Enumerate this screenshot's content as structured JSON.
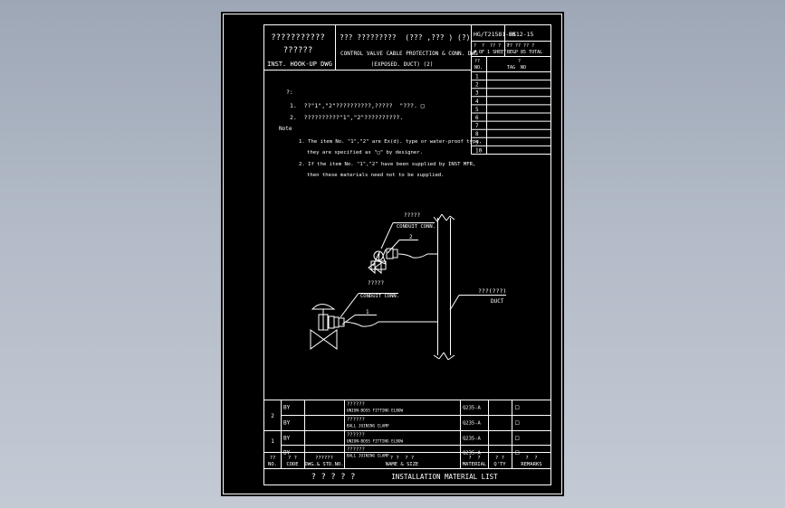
{
  "title_block": {
    "cn_title": "???????????",
    "cn_subtitle": "??????",
    "en_title": "INST. HOOK-UP DWG",
    "cn_desc": "??? ?????????  (??? ,??? ) (?)",
    "en_desc_1": "CONTROL VALVE CABLE PROTECTION & CONN. DWG",
    "en_desc_2": "(EXPOSED. DUCT) (2)",
    "std_no": "HG/T21581-95",
    "sheet_no": "HK12-15",
    "sheet_hdr_1": "?  ?  ?? ?  ?",
    "sheet_hdr_2": "# OF 1 SHEET",
    "sheet_hdr_3": "?? ?? ?? ?",
    "sheet_hdr_4": "BEGP 85 TOTAL"
  },
  "tag_table": {
    "hdr_no_cn": "??",
    "hdr_no_en": "NO.",
    "hdr_tag_cn": "?",
    "hdr_tag_en": "TAG  NO",
    "rows": [
      "1",
      "2",
      "3",
      "4",
      "5",
      "6",
      "7",
      "8",
      "9",
      "10"
    ]
  },
  "notes": {
    "cn_head": "?:",
    "cn_1": "1.  ??\"1\",\"2\"??????????,?????  \"???. □",
    "cn_2": "2.  ??????????\"1\",\"2\"??????????.",
    "en_head": "Note",
    "en_1a": "1. The item No. \"1\",\"2\" are Ex(d). type or water-proof type,",
    "en_1b": "they are specified as \"□\" by designer.",
    "en_2a": "2. If the item No. \"1\",\"2\" have been supplied by INST MFR,",
    "en_2b": "then these materials need not to be supplied."
  },
  "diagram": {
    "label_conduit_upper_cn": "?????",
    "label_conduit_upper_en": "CONDUIT CONN.",
    "label_conduit_lower_cn": "?????",
    "label_conduit_lower_en": "CONDUIT CONN.",
    "label_duct_cn": "???(???)",
    "label_duct_en": "DUCT",
    "callout_1": "1",
    "callout_2": "2"
  },
  "material_list": {
    "rows": [
      {
        "no": "2",
        "code": "BY",
        "name_cn": "??????",
        "name_en": "UNION-BOSS FITTING ELBOW",
        "material": "Q235-A",
        "mark": "□"
      },
      {
        "no": "",
        "code": "BY",
        "name_cn": "??????",
        "name_en": "BALL JOINING CLAMP",
        "material": "Q235-A",
        "mark": "□"
      },
      {
        "no": "1",
        "code": "BY",
        "name_cn": "??????",
        "name_en": "UNION-BOSS FITTING ELBOW",
        "material": "Q235-A",
        "mark": "□"
      },
      {
        "no": "",
        "code": "BY",
        "name_cn": "??????",
        "name_en": "BALL JOINING CLAMP",
        "material": "Q235-A",
        "mark": "□"
      }
    ],
    "headers": {
      "no_cn": "??",
      "no_en": "NO.",
      "code_cn": "? ?",
      "code_en": "CODE",
      "dwg_cn": "??????",
      "dwg_en": "DWG.& STD.NO.",
      "name_cn": "? ?  ? ?",
      "name_en": "NAME & SIZE",
      "mat_cn": "?  ?",
      "mat_en": "MATERIAL",
      "qty_cn": "? ?",
      "qty_en": "Q'TY",
      "rem_cn": "?  ?",
      "rem_en": "REMARKS"
    },
    "footer_cn": "? ? ? ? ?",
    "footer_en": "INSTALLATION MATERIAL LIST"
  }
}
